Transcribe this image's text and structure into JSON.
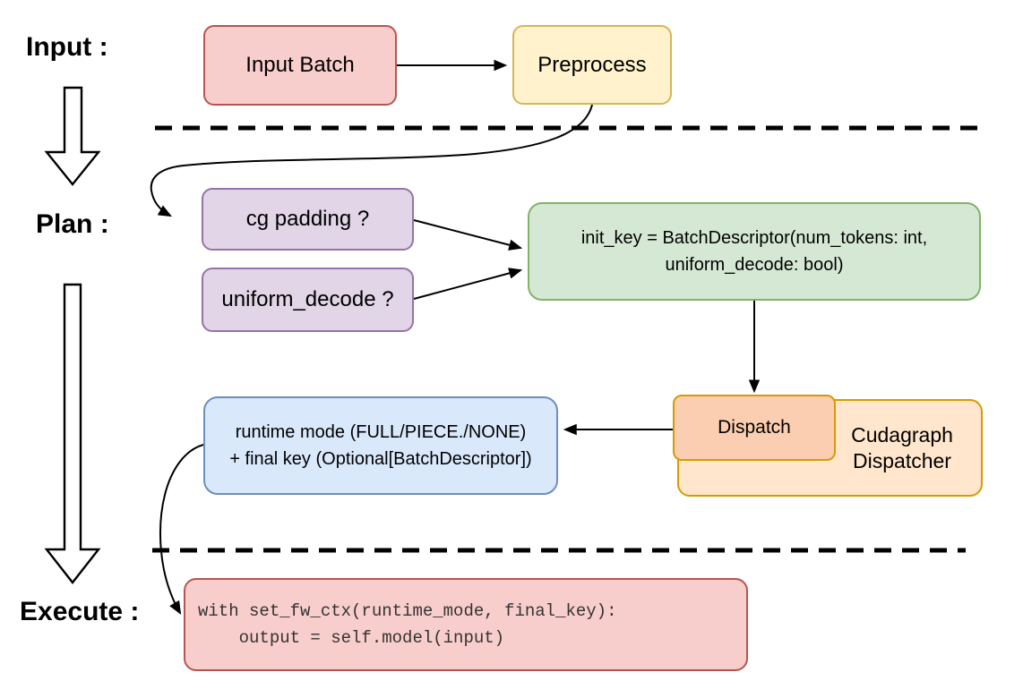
{
  "sections": {
    "input_label": "Input :",
    "plan_label": "Plan :",
    "execute_label": "Execute :"
  },
  "nodes": {
    "input_batch": {
      "label": "Input Batch",
      "fill": "#F8CECC",
      "stroke": "#B85450"
    },
    "preprocess": {
      "label": "Preprocess",
      "fill": "#FFF2CC",
      "stroke": "#D6B656"
    },
    "cg_padding": {
      "label": "cg padding ?",
      "fill": "#E1D5E7",
      "stroke": "#9673A6"
    },
    "uniform_decode": {
      "label": "uniform_decode ?",
      "fill": "#E1D5E7",
      "stroke": "#9673A6"
    },
    "init_key": {
      "line1": "init_key = BatchDescriptor(num_tokens: int,",
      "line2": "uniform_decode: bool)",
      "fill": "#D5E8D4",
      "stroke": "#82B366"
    },
    "runtime_mode": {
      "line1": "runtime mode (FULL/PIECE./NONE)",
      "line2": "+ final key (Optional[BatchDescriptor])",
      "fill": "#DAE8FC",
      "stroke": "#6C8EBF"
    },
    "dispatch": {
      "label": "Dispatch",
      "fill": "#FBCEB1",
      "stroke": "#D79B00"
    },
    "cudagraph_dispatcher": {
      "line1": "Cudagraph",
      "line2": "Dispatcher",
      "fill": "#FFE6CC",
      "stroke": "#D79B00"
    },
    "execute_code": {
      "line1": "with set_fw_ctx(runtime_mode, final_key):",
      "line2": "    output = self.model(input)",
      "fill": "#F8CECC",
      "stroke": "#B85450"
    }
  },
  "style": {
    "edge_color": "#000000",
    "separator_color": "#000000",
    "background": "#FFFFFF"
  }
}
